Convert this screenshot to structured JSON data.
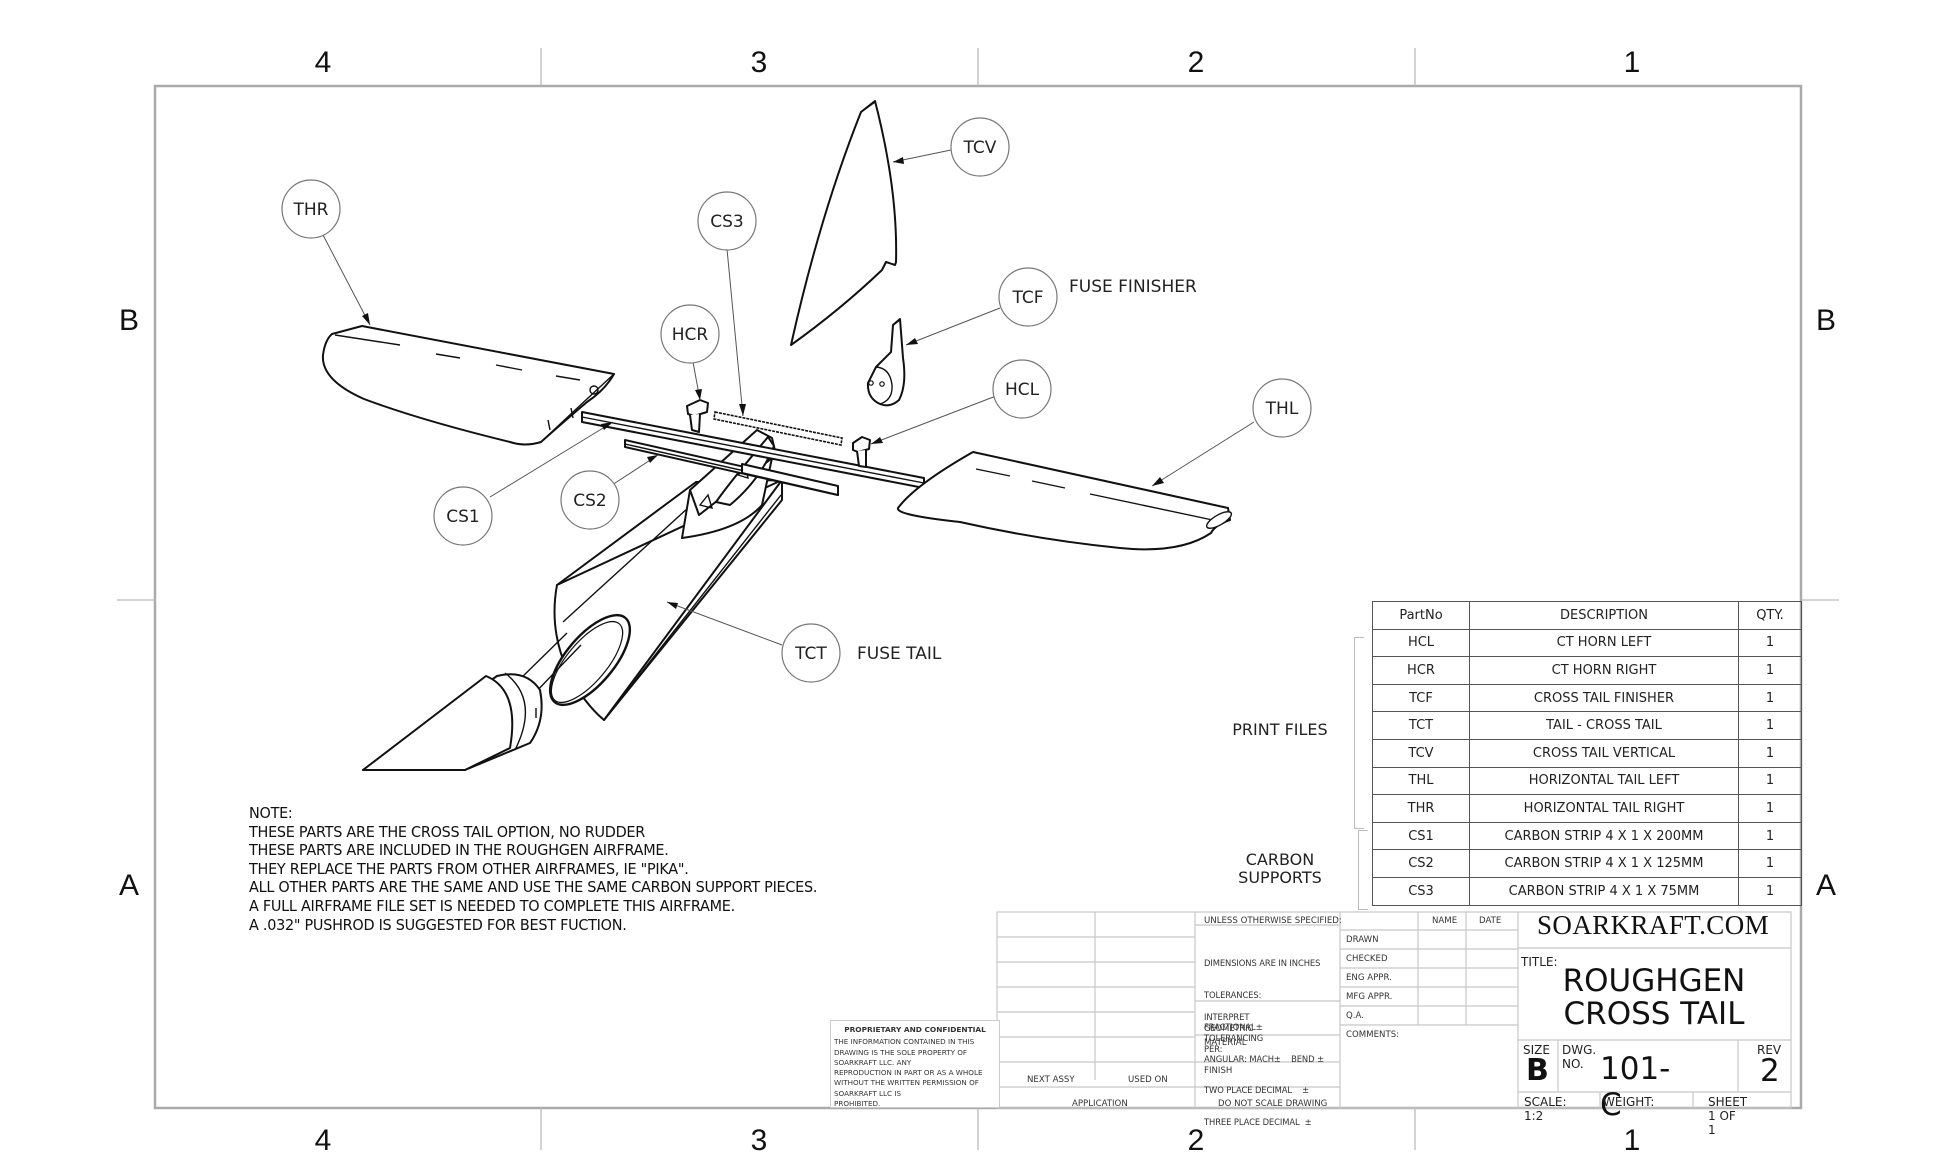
{
  "zones": {
    "columns": [
      "4",
      "3",
      "2",
      "1"
    ],
    "rows": [
      "B",
      "A"
    ]
  },
  "balloons": [
    {
      "id": "THR",
      "label": "THR"
    },
    {
      "id": "CS3",
      "label": "CS3"
    },
    {
      "id": "HCR",
      "label": "HCR"
    },
    {
      "id": "TCV",
      "label": "TCV"
    },
    {
      "id": "TCF",
      "label": "TCF"
    },
    {
      "id": "HCL",
      "label": "HCL"
    },
    {
      "id": "THL",
      "label": "THL"
    },
    {
      "id": "CS1",
      "label": "CS1"
    },
    {
      "id": "CS2",
      "label": "CS2"
    },
    {
      "id": "TCT",
      "label": "TCT"
    }
  ],
  "callouts": {
    "fuse_finisher": "FUSE FINISHER",
    "fuse_tail": "FUSE TAIL"
  },
  "notes": {
    "heading": "NOTE:",
    "lines": [
      "THESE PARTS ARE THE CROSS TAIL OPTION, NO RUDDER",
      "THESE PARTS ARE INCLUDED IN THE ROUGHGEN AIRFRAME.",
      "THEY REPLACE THE PARTS FROM OTHER AIRFRAMES, IE \"PIKA\".",
      "ALL OTHER PARTS ARE THE SAME AND USE THE SAME CARBON SUPPORT PIECES.",
      "A FULL AIRFRAME FILE SET IS NEEDED TO COMPLETE THIS AIRFRAME.",
      "A .032\" PUSHROD IS SUGGESTED FOR BEST FUCTION."
    ]
  },
  "bom": {
    "headers": [
      "PartNo",
      "DESCRIPTION",
      "QTY."
    ],
    "groups": [
      {
        "label": "PRINT FILES"
      },
      {
        "label_line1": "CARBON",
        "label_line2": "SUPPORTS"
      }
    ],
    "rows": [
      {
        "part": "HCL",
        "desc": "CT HORN LEFT",
        "qty": "1"
      },
      {
        "part": "HCR",
        "desc": "CT HORN RIGHT",
        "qty": "1"
      },
      {
        "part": "TCF",
        "desc": "CROSS TAIL FINISHER",
        "qty": "1"
      },
      {
        "part": "TCT",
        "desc": "TAIL - CROSS TAIL",
        "qty": "1"
      },
      {
        "part": "TCV",
        "desc": "CROSS TAIL VERTICAL",
        "qty": "1"
      },
      {
        "part": "THL",
        "desc": "HORIZONTAL TAIL LEFT",
        "qty": "1"
      },
      {
        "part": "THR",
        "desc": "HORIZONTAL TAIL RIGHT",
        "qty": "1"
      },
      {
        "part": "CS1",
        "desc": "CARBON STRIP 4 X 1 X 200MM",
        "qty": "1"
      },
      {
        "part": "CS2",
        "desc": "CARBON STRIP 4 X 1 X 125MM",
        "qty": "1"
      },
      {
        "part": "CS3",
        "desc": "CARBON STRIP 4 X 1 X 75MM",
        "qty": "1"
      }
    ]
  },
  "title_block": {
    "proprietary": {
      "heading": "PROPRIETARY AND CONFIDENTIAL",
      "lines": [
        "THE INFORMATION CONTAINED IN THIS",
        "DRAWING IS THE SOLE PROPERTY OF",
        "SOARKRAFT LLC.  ANY",
        "REPRODUCTION IN PART OR AS A WHOLE",
        "WITHOUT THE WRITTEN PERMISSION OF",
        "SOARKRAFT LLC IS",
        "PROHIBITED."
      ]
    },
    "next_assy": "NEXT ASSY",
    "used_on": "USED ON",
    "application": "APPLICATION",
    "unless_specified": "UNLESS OTHERWISE SPECIFIED:",
    "tolerances": [
      "DIMENSIONS ARE IN INCHES",
      "TOLERANCES:",
      "FRACTIONAL±",
      "ANGULAR: MACH±    BEND ±",
      "TWO PLACE DECIMAL    ±",
      "THREE PLACE DECIMAL  ±"
    ],
    "interpret_line1": "INTERPRET GEOMETRIC",
    "interpret_line2": "TOLERANCING PER:",
    "material": "MATERIAL",
    "finish": "FINISH",
    "do_not_scale": "DO NOT SCALE DRAWING",
    "name_header": "NAME",
    "date_header": "DATE",
    "approvals": [
      "DRAWN",
      "CHECKED",
      "ENG APPR.",
      "MFG APPR.",
      "Q.A."
    ],
    "comments": "COMMENTS:",
    "company": "SOARKRAFT.COM",
    "title_label": "TITLE:",
    "title_line1": "ROUGHGEN",
    "title_line2": "CROSS TAIL",
    "size_label": "SIZE",
    "size_value": "B",
    "dwg_no_label": "DWG.  NO.",
    "dwg_no_value": "101-C",
    "rev_label": "REV",
    "rev_value": "2",
    "scale": "SCALE: 1:2",
    "weight": "WEIGHT:",
    "sheet": "SHEET 1 OF 1"
  }
}
